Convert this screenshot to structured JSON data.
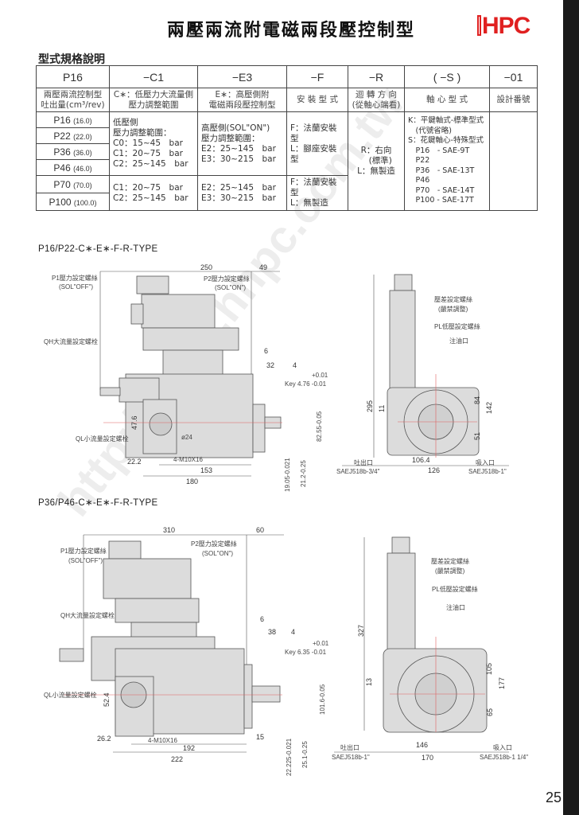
{
  "header": {
    "title": "兩壓兩流附電磁兩段壓控制型",
    "logo": "HPC",
    "subtitle": "型式規格說明"
  },
  "table": {
    "codes": [
      "P16",
      "−C1",
      "−E3",
      "−F",
      "−R",
      "( −S )",
      "−01"
    ],
    "desc": [
      "兩壓兩流控制型\n吐出量(cm³/rev)",
      "C∗：低壓力大流量側\n壓力調整範圍",
      "E∗：高壓側附\n電磁兩段壓控制型",
      "安 裝 型 式",
      "迴 轉 方 向\n(從軸心端看)",
      "軸 心 型 式",
      "設計番號"
    ],
    "models": [
      {
        "name": "P16",
        "cc": "(16.0)"
      },
      {
        "name": "P22",
        "cc": "(22.0)"
      },
      {
        "name": "P36",
        "cc": "(36.0)"
      },
      {
        "name": "P46",
        "cc": "(46.0)"
      },
      {
        "name": "P70",
        "cc": "(70.0)"
      },
      {
        "name": "P100",
        "cc": "(100.0)"
      }
    ],
    "c_small": "低壓側\n壓力調整範圍：\nC0：15~45　bar\nC1：20~75　bar\nC2：25~145　bar",
    "c_large": "C1：20~75　bar\nC2：25~145　bar",
    "e_small": "高壓側(SOL\"ON\")\n壓力調整範圍：\nE2：25~145　bar\nE3：30~215　bar",
    "e_large": "E2：25~145　bar\nE3：30~215　bar",
    "f_small": "F：法蘭安裝型\nL：腳座安裝型",
    "f_large": "F：法蘭安裝型\nL：無製造",
    "r": "R：右向\n　(標準)\nL：無製造",
    "s": "K：平鍵軸式-標準型式\n　(代號省略)\nS：花鍵軸心-特殊型式\n　P16　- SAE-9T\n　P22\n　P36　- SAE-13T\n　P46\n　P70　- SAE-14T\n　P100 - SAE-17T"
  },
  "drawing1": {
    "title": "P16/P22-C∗-E∗-F-R-TYPE",
    "p1": "P1壓力設定螺絲",
    "p1s": "(SOL\"OFF\")",
    "p2": "P2壓力設定螺絲",
    "p2s": "(SOL\"ON\")",
    "qh": "QH大流量設定螺栓",
    "ql": "QL小流量設定螺栓",
    "d250": "250",
    "d49": "49",
    "d6": "6",
    "d32": "32",
    "d4": "4",
    "keytol": "+0.01",
    "key": "Key 4.76 -0.01",
    "d476": "47.6",
    "phi": "ø24",
    "bolt": "4-M10X16",
    "d222": "22.2",
    "d153": "153",
    "d180": "180",
    "d8255": "82.55-0.05",
    "d1905": "19.05-0.021",
    "d212": "21.2-0.25",
    "pd": "壓差設定螺絲",
    "pdn": "(嚴禁調整)",
    "pl": "PL低壓設定螺絲",
    "oil": "注油口",
    "d295": "295",
    "d11": "11",
    "d84": "84",
    "d142": "142",
    "d51": "51",
    "d1064": "106.4",
    "d126": "126",
    "out": "吐出口",
    "outs": "SAEJ518b-3/4\"",
    "in": "吸入口",
    "ins": "SAEJ518b-1\""
  },
  "drawing2": {
    "title": "P36/P46-C∗-E∗-F-R-TYPE",
    "p1": "P1壓力設定螺絲",
    "p1s": "(SOL\"OFF\")",
    "p2": "P2壓力設定螺絲",
    "p2s": "(SOL\"ON\")",
    "qh": "QH大流量設定螺栓",
    "ql": "QL小流量設定螺栓",
    "d310": "310",
    "d60": "60",
    "d6": "6",
    "d38": "38",
    "d4": "4",
    "keytol": "+0.01",
    "key": "Key 6.35 -0.01",
    "d524": "52.4",
    "bolt": "4-M10X16",
    "d262": "26.2",
    "d15": "15",
    "d192": "192",
    "d222": "222",
    "d1016": "101.6-0.05",
    "d22225": "22.225-0.021",
    "d251": "25.1-0.25",
    "pd": "壓差設定螺絲",
    "pdn": "(嚴禁調整)",
    "pl": "PL低壓設定螺絲",
    "oil": "注油口",
    "d327": "327",
    "d13": "13",
    "d105": "105",
    "d177": "177",
    "d65": "65",
    "d146": "146",
    "d170": "170",
    "out": "吐出口",
    "outs": "SAEJ518b-1\"",
    "in": "吸入口",
    "ins": "SAEJ518b-1 1/4\""
  },
  "watermark": "http://www.hhpc.com.tw",
  "page_number": "25"
}
